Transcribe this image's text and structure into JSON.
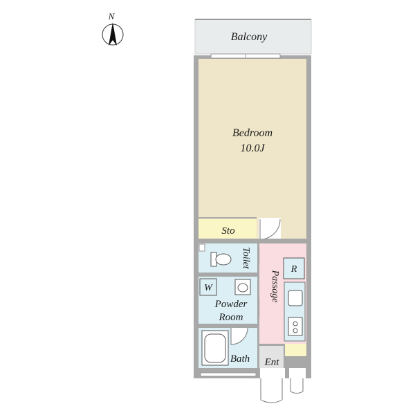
{
  "compass": {
    "label": "N"
  },
  "rooms": {
    "balcony": "Balcony",
    "bedroom": "Bedroom",
    "bedroom_size": "10.0J",
    "storage": "Sto",
    "toilet": "Toilet",
    "washer": "W",
    "powder_room_line1": "Powder",
    "powder_room_line2": "Room",
    "passage": "Passage",
    "refrigerator": "R",
    "bath": "Bath",
    "entrance": "Ent"
  },
  "colors": {
    "wall": "#a8a8a8",
    "balcony": "#e9ecec",
    "bedroom": "#efe5c8",
    "storage": "#fbf6c6",
    "wet_area": "#dceff5",
    "passage": "#f9dde0",
    "entrance": "#e3e3e3",
    "shoe_cabinet": "#fbf6c6"
  }
}
